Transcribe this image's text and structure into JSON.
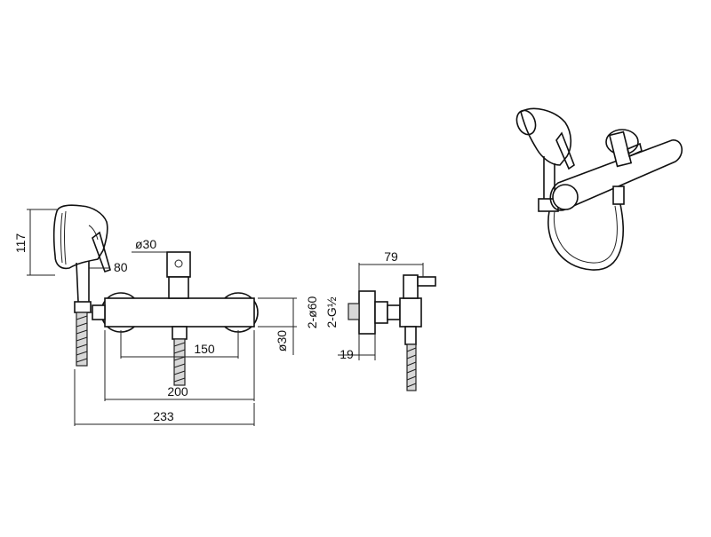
{
  "front_view": {
    "dim_height": "117",
    "dim_diameter_top": "ø30",
    "dim_outlet": "80",
    "dim_inner": "150",
    "dim_mid": "200",
    "dim_total": "233"
  },
  "side_view": {
    "dim_depth": "79",
    "dim_body_diameter": "ø30",
    "dim_flange": "2-ø60",
    "dim_thread": "2-G½",
    "dim_offset": "19"
  }
}
